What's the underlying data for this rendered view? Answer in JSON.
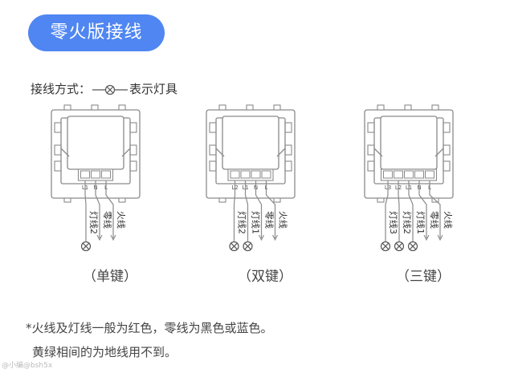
{
  "title": "零火版接线",
  "legend": {
    "label": "接线方式：",
    "meaning": "表示灯具"
  },
  "switches": [
    {
      "caption": "（单键）",
      "terminals": [
        "L1",
        "N",
        "L"
      ],
      "wires": [
        "灯线2",
        "零线",
        "火线"
      ]
    },
    {
      "caption": "（双键）",
      "terminals": [
        "L2",
        "L1",
        "N",
        "L"
      ],
      "wires": [
        "灯线2",
        "灯线1",
        "零线",
        "火线"
      ]
    },
    {
      "caption": "（三键）",
      "terminals": [
        "L3",
        "L2",
        "L1",
        "N",
        "L"
      ],
      "wires": [
        "灯线3",
        "灯线2",
        "灯线1",
        "零线",
        "火线"
      ]
    }
  ],
  "notes": [
    "*火线及灯线一般为红色，零线为黑色或蓝色。",
    "黄绿相间的为地线用不到。"
  ],
  "watermark": "@小编@bsh5x",
  "colors": {
    "accent": "#4f86f2",
    "line": "#8a8a8a"
  }
}
